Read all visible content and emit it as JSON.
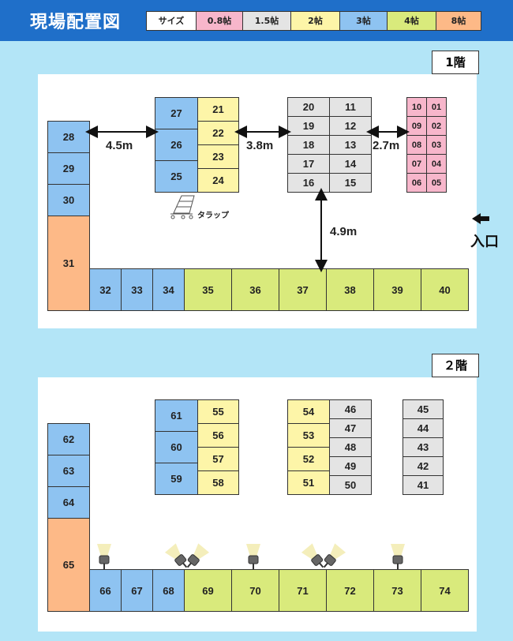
{
  "title": "現場配置図",
  "legend": [
    {
      "label": "サイズ",
      "color": "#ffffff",
      "w": 62
    },
    {
      "label": "0.8帖",
      "color": "#f7b6cb",
      "w": 59
    },
    {
      "label": "1.5帖",
      "color": "#e4e4e4",
      "w": 61
    },
    {
      "label": "2帖",
      "color": "#fdf5a8",
      "w": 62
    },
    {
      "label": "3帖",
      "color": "#8ec3f1",
      "w": 60
    },
    {
      "label": "4帖",
      "color": "#d9ea7c",
      "w": 62
    },
    {
      "label": "8帖",
      "color": "#fdb987",
      "w": 57
    }
  ],
  "floor1": {
    "tag": "1階",
    "entrance": "入口",
    "ramp": "タラップ",
    "distances": [
      "4.5m",
      "3.8m",
      "2.7m",
      "4.9m"
    ]
  },
  "floor2": {
    "tag": "２階"
  },
  "colors": {
    "header": "#1f6fc9",
    "bg": "#b3e5f7"
  }
}
